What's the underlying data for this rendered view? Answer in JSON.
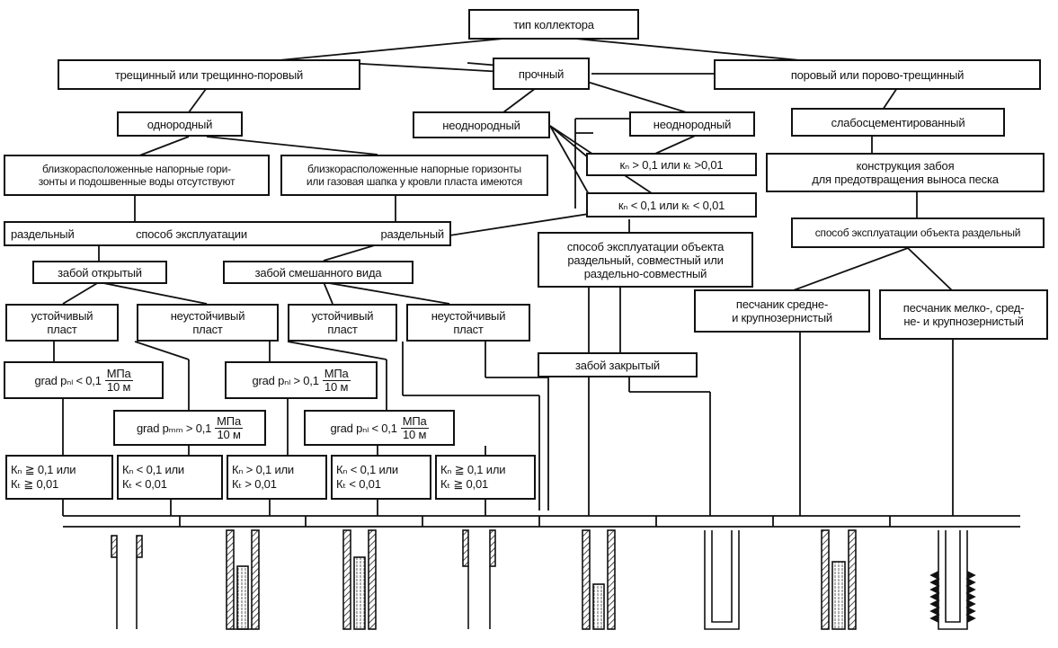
{
  "boxes": {
    "type": "тип коллектора",
    "fractured": "трещинный или трещинно-поровый",
    "strong": "прочный",
    "porous": "поровый или порово-трещинный",
    "homogeneous": "однородный",
    "heterogeneous1": "неоднородный",
    "heterogeneous2": "неоднородный",
    "weakly_cemented": "слабосцементированный",
    "no_horizons_1": "близкорасположенные напорные гори-",
    "no_horizons_2": "зонты и подошвенные воды отсутствуют",
    "has_horizons_1": "близкорасположенные напорные горизонты",
    "has_horizons_2": "или газовая шапка у кровли пласта имеются",
    "k_gt": "кₙ > 0,1 или кₜ >0,01",
    "k_lt": "кₙ < 0,1 или кₜ < 0,01",
    "bottom_design_1": "конструкция забоя",
    "bottom_design_2": "для предотвращения выноса песка",
    "separate_left": "раздельный",
    "exploit_method": "способ эксплуатации",
    "separate_mid": "раздельный",
    "object_method_1": "способ эксплуатации объекта",
    "object_method_2": "раздельный, совместный или",
    "object_method_3": "раздельно-совместный",
    "object_separate": "способ эксплуатации объекта раздельный",
    "open_bottom": "забой открытый",
    "mixed_bottom": "забой смешанного вида",
    "stable1_1": "устойчивый",
    "stable1_2": "пласт",
    "unstable1_1": "неустойчивый",
    "unstable1_2": "пласт",
    "stable2_1": "устойчивый",
    "stable2_2": "пласт",
    "unstable2_1": "неустойчивый",
    "unstable2_2": "пласт",
    "sand_medium_1": "песчаник средне-",
    "sand_medium_2": "и крупнозернистый",
    "sand_fine_1": "песчаник мелко-, сред-",
    "sand_fine_2": "не- и крупнозернистый",
    "closed_bottom": "забой закрытый"
  },
  "grad": {
    "g1_left": "grad pₙₗ < 0,1",
    "g2_left": "grad pₙₗ > 0,1",
    "g3_left": "grad pₘₘ > 0,1",
    "g4_left": "grad pₙₗ < 0,1",
    "unit_num": "МПа",
    "unit_den": "10 м"
  },
  "kbox": {
    "k1a": "Кₙ ≧ 0,1 или",
    "k1b": "Кₜ ≧ 0,01",
    "k2a": "Кₙ < 0,1 или",
    "k2b": "Кₜ < 0,01",
    "k3a": "Кₙ > 0,1 или",
    "k3b": "Кₜ > 0,01",
    "k4a": "Кₙ < 0,1 или",
    "k4b": "Кₜ < 0,01",
    "k5a": "Кₙ ≧ 0,1 или",
    "k5b": "Кₜ ≧ 0,01"
  },
  "icons": [
    "well-open-bottom-icon",
    "well-liner-icon",
    "well-gravel-pack-icon",
    "well-perforated-casing-icon",
    "well-filter-icon"
  ]
}
